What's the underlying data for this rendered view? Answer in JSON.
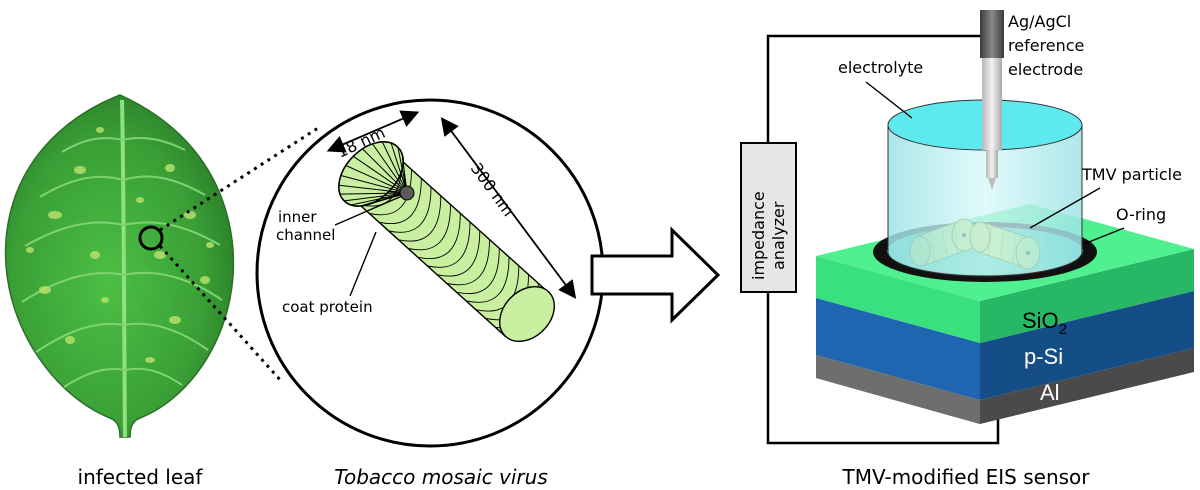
{
  "captions": {
    "leaf": "infected leaf",
    "virus": "Tobacco mosaic virus",
    "sensor": "TMV-modified EIS sensor"
  },
  "virus_panel": {
    "diameter_label": "18 nm",
    "length_label": "300 nm",
    "inner_channel_line1": "inner",
    "inner_channel_line2": "channel",
    "coat_protein": "coat protein"
  },
  "sensor": {
    "electrode_line1": "Ag/AgCl",
    "electrode_line2": "reference",
    "electrode_line3": "electrode",
    "electrolyte": "electrolyte",
    "tmv_particle": "TMV particle",
    "o_ring": "O-ring",
    "analyzer_line1": "impedance",
    "analyzer_line2": "analyzer",
    "layer_sio2": "SiO",
    "layer_sio2_sub": "2",
    "layer_psi": "p-Si",
    "layer_al": "Al"
  },
  "colors": {
    "leaf": "#3fa83a",
    "leaf_dark": "#2b7e2a",
    "virus_fill": "#c8f0a0",
    "electrolyte": "#5ee9ee",
    "sio2": "#33e07a",
    "psi": "#1a5fa8",
    "al": "#6a6a6a"
  }
}
